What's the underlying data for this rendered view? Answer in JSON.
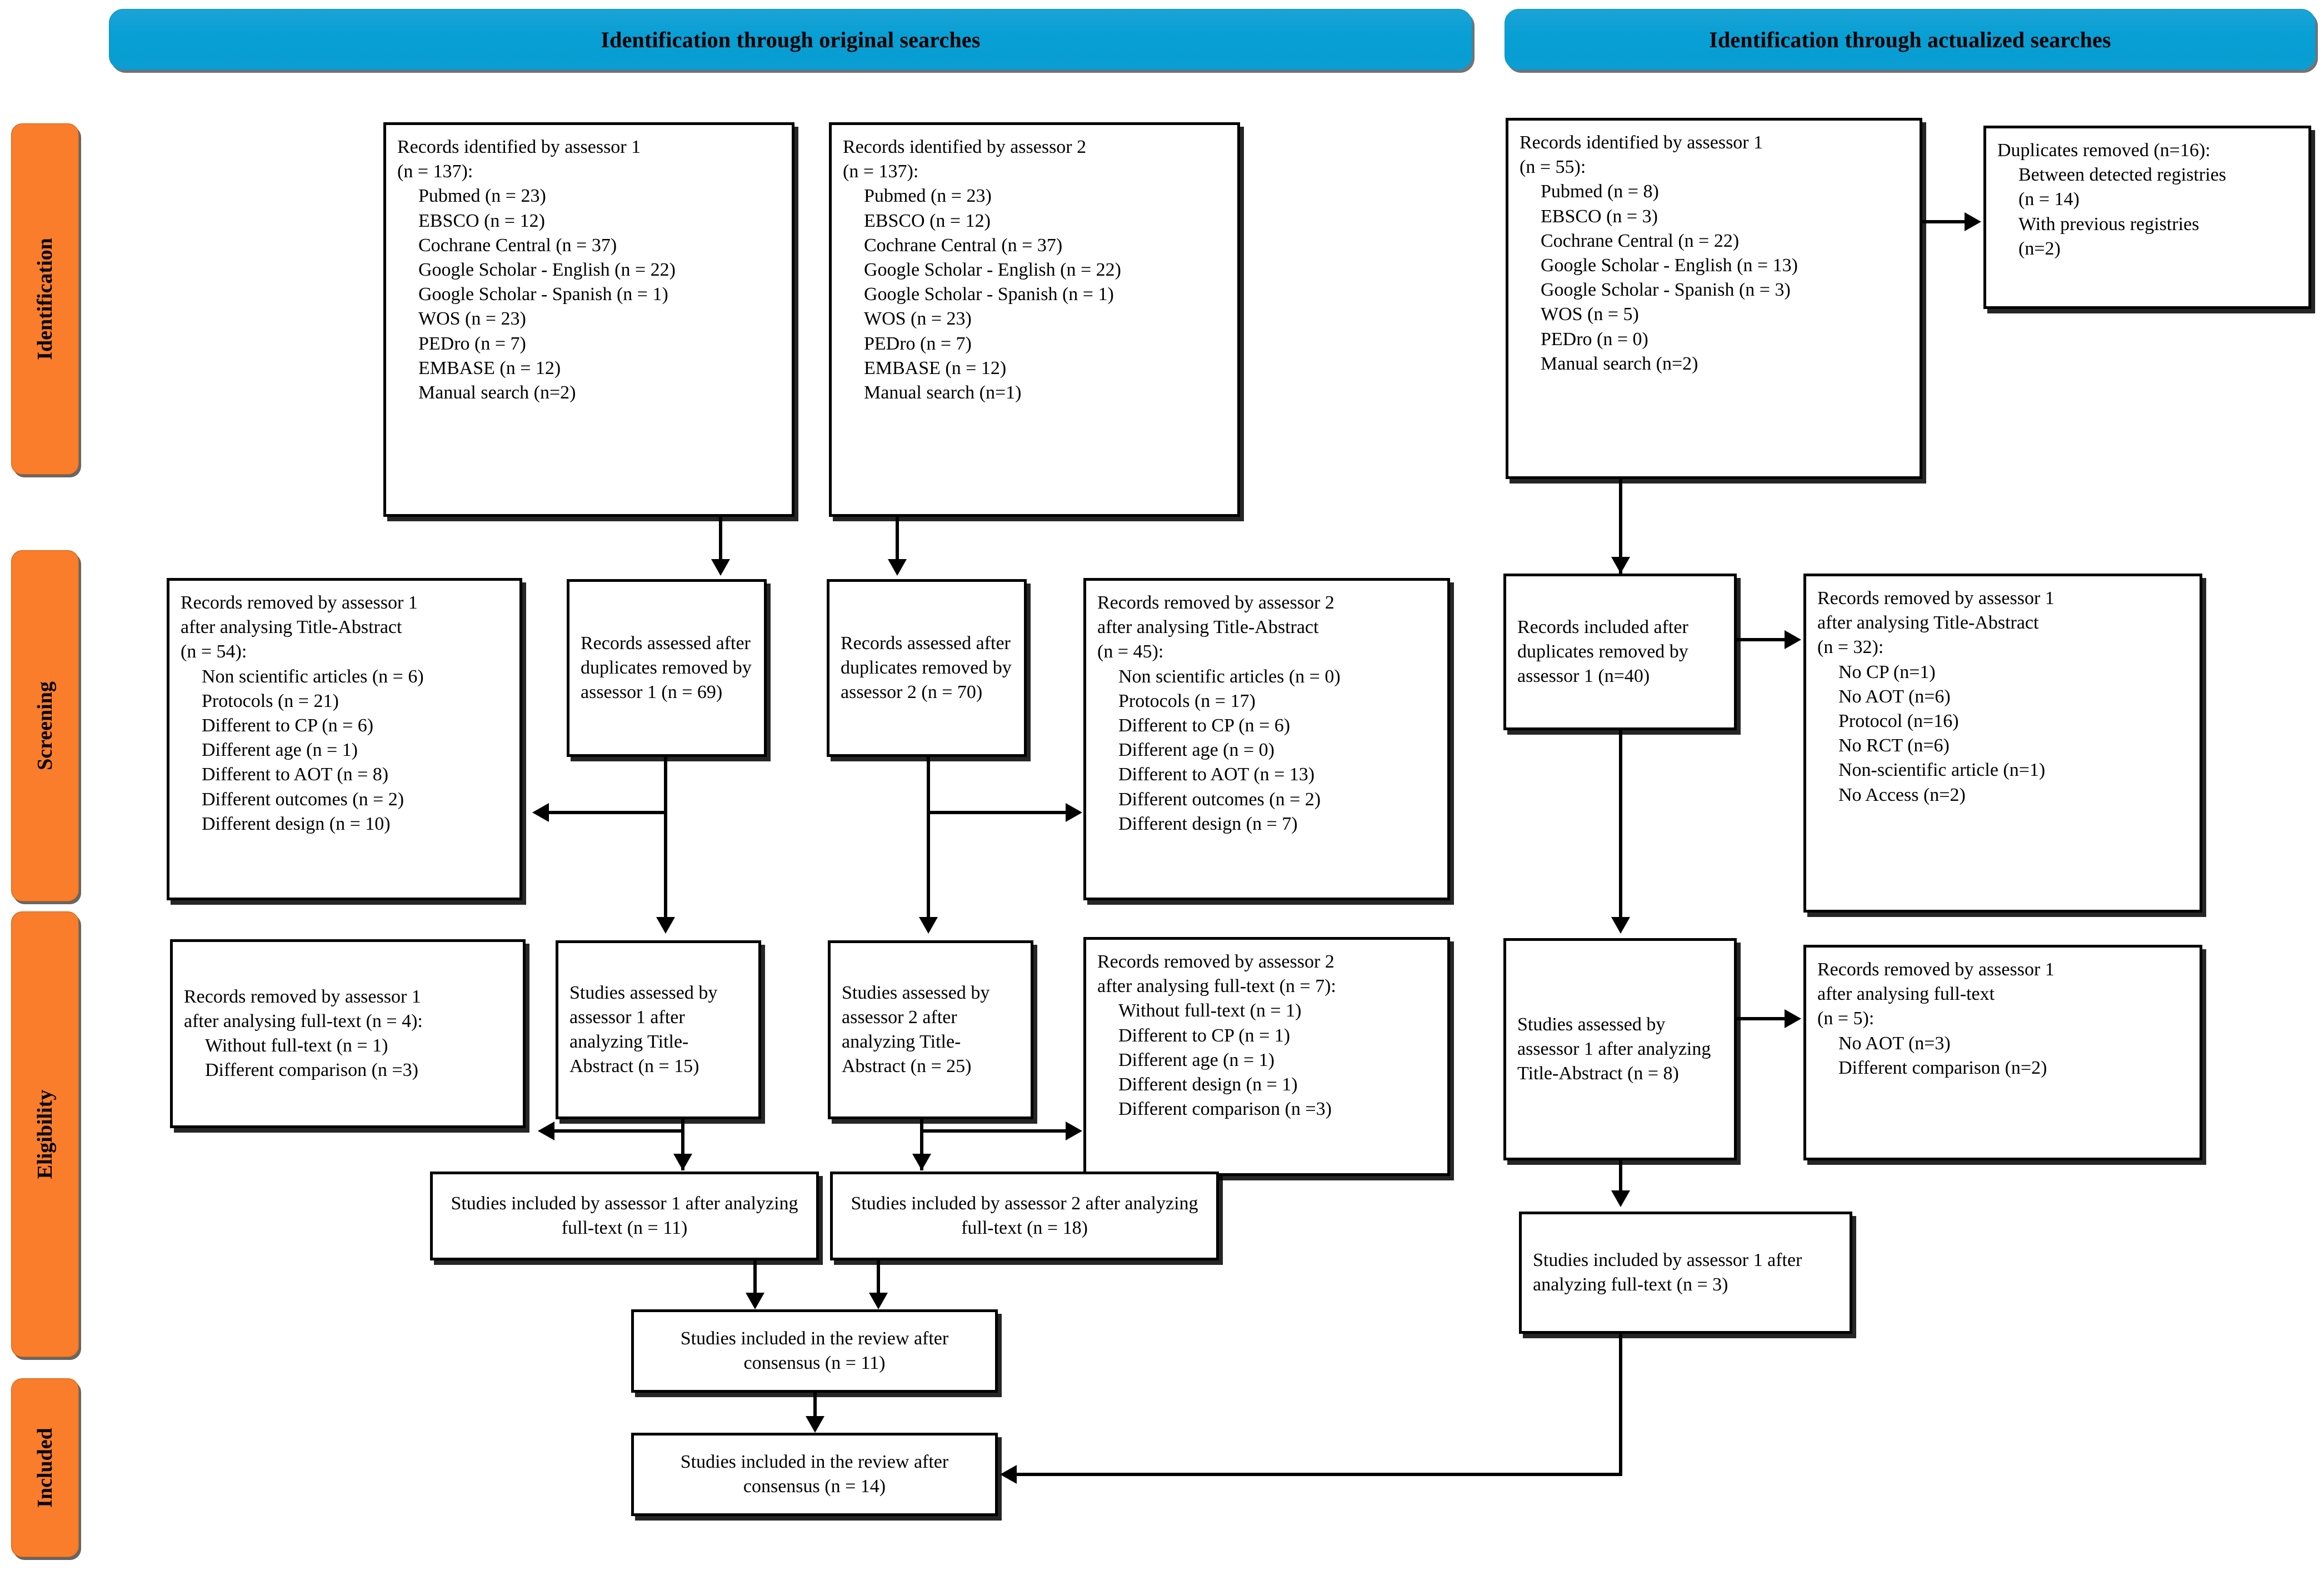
{
  "banners": [
    {
      "id": "original",
      "label": "Identification through original searches"
    },
    {
      "id": "actualized",
      "label": "Identification through actualized searches"
    }
  ],
  "stages": [
    {
      "id": "identification",
      "label": "Identification"
    },
    {
      "id": "screening",
      "label": "Screening"
    },
    {
      "id": "eligibility",
      "label": "Eligibility"
    },
    {
      "id": "included",
      "label": "Included"
    }
  ],
  "colors": {
    "banner": "#0a9ed2",
    "stage_label": "#f97d2a",
    "box_border": "#000000",
    "box_fill": "#ffffff"
  },
  "boxes": {
    "orig_ident_a1": {
      "header": "Records identified by assessor 1\n(n = 137):",
      "items": [
        "Pubmed (n = 23)",
        "EBSCO (n = 12)",
        "Cochrane Central (n = 37)",
        "Google Scholar - English (n = 22)",
        "Google Scholar - Spanish (n = 1)",
        "WOS (n = 23)",
        "PEDro (n = 7)",
        "EMBASE (n = 12)",
        "Manual search (n=2)"
      ]
    },
    "orig_ident_a2": {
      "header": "Records identified by assessor 2\n(n = 137):",
      "items": [
        "Pubmed (n = 23)",
        "EBSCO (n = 12)",
        "Cochrane Central (n = 37)",
        "Google Scholar - English (n = 22)",
        "Google Scholar - Spanish (n = 1)",
        "WOS (n = 23)",
        "PEDro (n = 7)",
        "EMBASE (n = 12)",
        "Manual search (n=1)"
      ]
    },
    "act_ident_a1": {
      "header": "Records identified by assessor 1\n(n = 55):",
      "items": [
        "Pubmed (n = 8)",
        "EBSCO (n = 3)",
        "Cochrane Central (n = 22)",
        "Google Scholar - English (n = 13)",
        "Google Scholar - Spanish (n = 3)",
        "WOS (n = 5)",
        "PEDro (n = 0)",
        "Manual search (n=2)"
      ]
    },
    "act_duplicates": {
      "header": "Duplicates removed (n=16):",
      "items": [
        "Between detected registries",
        "(n = 14)",
        "With previous registries",
        "(n=2)"
      ]
    },
    "scr_removed_a1": {
      "header": "Records removed by assessor 1\nafter analysing Title-Abstract\n(n = 54):",
      "items": [
        "Non scientific articles (n = 6)",
        "Protocols (n = 21)",
        "Different to CP (n = 6)",
        "Different age (n = 1)",
        "Different to AOT (n = 8)",
        "Different outcomes (n = 2)",
        "Different design (n = 10)"
      ]
    },
    "scr_assessed_a1": {
      "header": "Records assessed after duplicates removed by assessor 1 (n = 69)",
      "items": []
    },
    "scr_assessed_a2": {
      "header": "Records assessed after duplicates removed by assessor 2 (n = 70)",
      "items": []
    },
    "scr_removed_a2": {
      "header": "Records removed by assessor 2\nafter analysing Title-Abstract\n(n = 45):",
      "items": [
        "Non scientific articles (n = 0)",
        "Protocols (n = 17)",
        "Different to CP (n = 6)",
        "Different age (n = 0)",
        "Different to AOT (n = 13)",
        "Different outcomes (n = 2)",
        "Different design (n = 7)"
      ]
    },
    "act_included_dup": {
      "header": "Records included after duplicates removed by assessor 1 (n=40)",
      "items": []
    },
    "act_removed_ta": {
      "header": "Records removed by assessor 1\nafter analysing Title-Abstract\n(n = 32):",
      "items": [
        "No CP (n=1)",
        "No AOT (n=6)",
        "Protocol (n=16)",
        "No RCT (n=6)",
        "Non-scientific article (n=1)",
        "No Access (n=2)"
      ]
    },
    "elg_removed_a1": {
      "header": "Records removed by assessor 1\nafter analysing full-text (n = 4):",
      "items": [
        "Without full-text (n = 1)",
        "Different comparison (n =3)"
      ]
    },
    "elg_assessed_a1": {
      "header": "Studies assessed by assessor 1 after analyzing Title-Abstract (n = 15)",
      "items": []
    },
    "elg_assessed_a2": {
      "header": "Studies assessed by assessor 2 after analyzing Title-Abstract (n = 25)",
      "items": []
    },
    "elg_removed_a2": {
      "header": "Records removed by assessor 2\nafter analysing full-text (n = 7):",
      "items": [
        "Without full-text (n = 1)",
        "Different to CP (n = 1)",
        "Different age (n = 1)",
        "Different design (n = 1)",
        "Different comparison (n =3)"
      ]
    },
    "act_assessed_ta": {
      "header": "Studies assessed by assessor 1 after analyzing Title-Abstract (n = 8)",
      "items": []
    },
    "act_removed_ft": {
      "header": "Records removed by assessor 1\nafter analysing full-text\n(n = 5):",
      "items": [
        "No AOT (n=3)",
        "Different comparison (n=2)"
      ]
    },
    "inc_a1": {
      "header": "Studies included by assessor 1 after analyzing full-text (n = 11)",
      "items": []
    },
    "inc_a2": {
      "header": "Studies included by assessor 2 after analyzing full-text (n = 18)",
      "items": []
    },
    "act_inc_a1": {
      "header": "Studies included by assessor 1 after analyzing full-text (n = 3)",
      "items": []
    },
    "consensus_11": {
      "header": "Studies included in the review after consensus (n = 11)",
      "items": []
    },
    "consensus_14": {
      "header": "Studies included in the review after consensus (n = 14)",
      "items": []
    }
  }
}
